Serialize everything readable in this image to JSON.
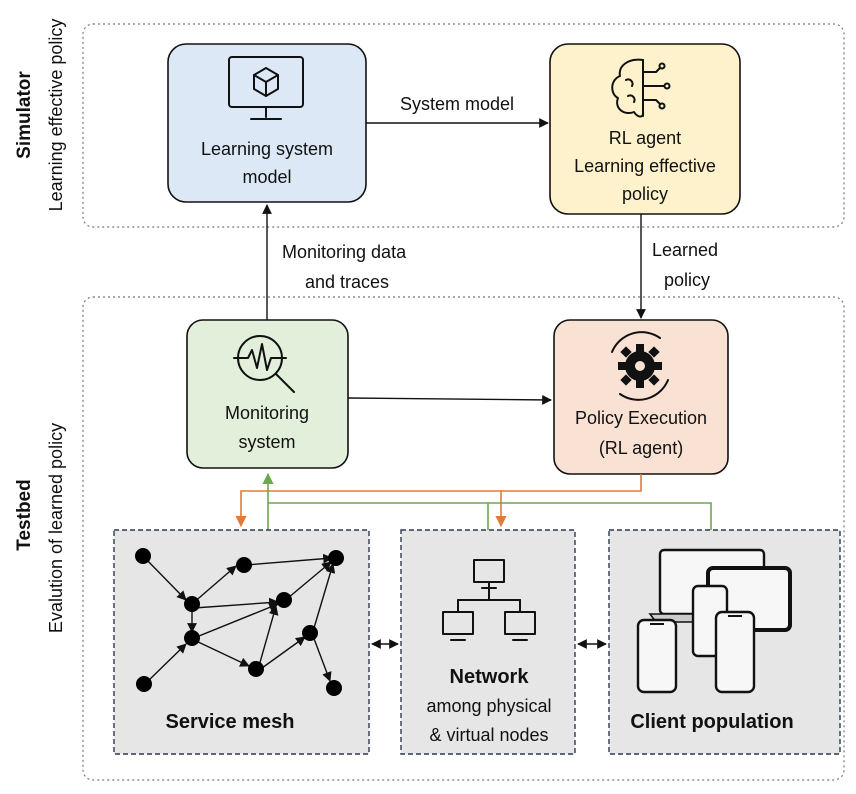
{
  "simulator": {
    "title": "Simulator",
    "subtitle": "Learning effective policy",
    "learning_box": {
      "line1": "Learning system",
      "line2": "model"
    },
    "rl_box": {
      "line1": "RL agent",
      "line2": "Learning effective",
      "line3": "policy"
    },
    "edge_system_model": "System model"
  },
  "edges": {
    "monitoring_data_line1": "Monitoring data",
    "monitoring_data_line2": "and traces",
    "learned_policy_line1": "Learned",
    "learned_policy_line2": "policy"
  },
  "testbed": {
    "title": "Testbed",
    "subtitle": "Evalution of learned policy",
    "monitoring_box": {
      "line1": "Monitoring",
      "line2": "system"
    },
    "policy_box": {
      "line1": "Policy Execution",
      "line2": "(RL agent)"
    },
    "service_mesh": "Service mesh",
    "network": {
      "title": "Network",
      "line1": "among physical",
      "line2": "& virtual nodes"
    },
    "client_population": "Client population"
  },
  "colors": {
    "learning_box_fill": "#dce8f5",
    "rl_box_fill": "#fdf2cc",
    "monitoring_box_fill": "#e2efdb",
    "policy_box_fill": "#f9e2d3",
    "orange_wire": "#e07b39",
    "green_wire": "#6aa84f"
  }
}
